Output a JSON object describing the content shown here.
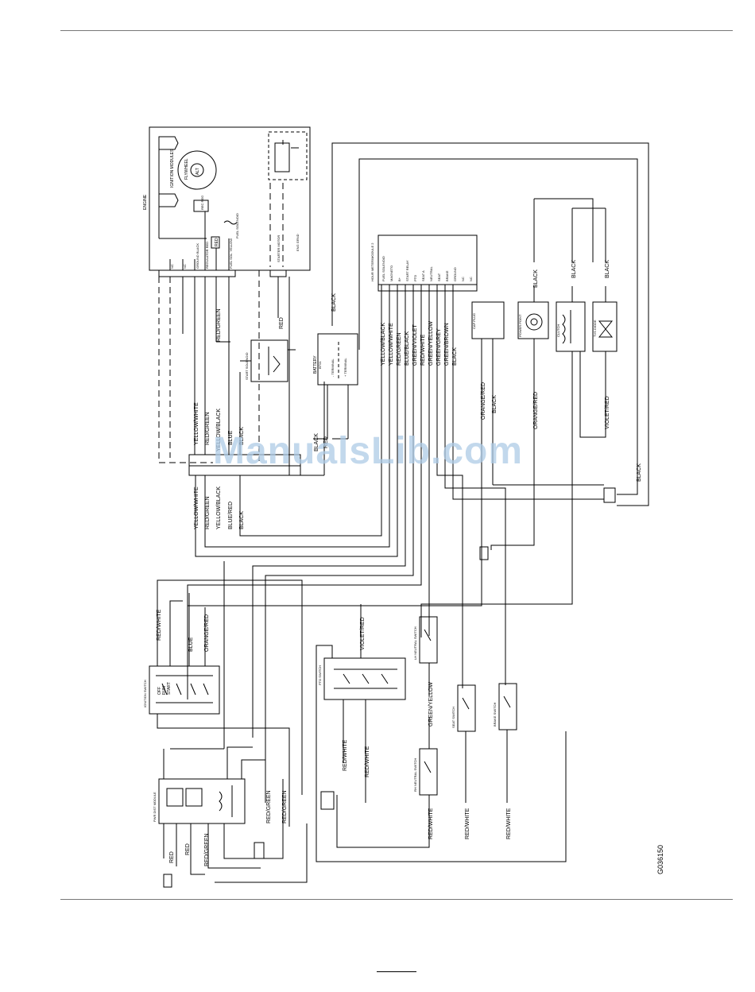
{
  "page": {
    "figure_id": "G036150",
    "watermark": "ManualsLib.com"
  },
  "engine": {
    "title": "ENGINE",
    "ignition_modules": "IGNITION MODULES",
    "flywheel": "FLYWHEEL",
    "alt": "ALT",
    "rec_reg": "REC REG",
    "fuel_solenoid": "FUEL SOLENOID",
    "red": "RED",
    "connector_pins": [
      "NC",
      "NC",
      "GROUND BLACK",
      "REGULATOR RED",
      "FUEL SOL. YELLOW"
    ],
    "starter_motor": "STARTER MOTOR",
    "eng_gnd": "ENG GRND"
  },
  "main_harness_labels": [
    "YELLOW/WHITE",
    "RED/GREEN",
    "YELLOW/BLACK",
    "BLUE",
    "BLACK",
    "RED/GREEN",
    "RED"
  ],
  "battery": {
    "title": "BATTERY",
    "id": "BT01",
    "neg": "- TERMINAL",
    "pos": "+ TERMINAL",
    "black": "BLACK",
    "red": "RED"
  },
  "start_solenoid": {
    "title": "START SOLENOID"
  },
  "hour_meter": {
    "title": "HOUR METER/MODULE 2",
    "pins": [
      "FUEL SOLENOID",
      "MAGNETO",
      "B+",
      "START RELAY",
      "PTO",
      "SEAT A",
      "NEUTRAL",
      "SEAT",
      "BRAKE",
      "GROUND",
      "NC",
      "NC"
    ],
    "wires": [
      "YELLOW/BLACK",
      "YELLOW/WHITE",
      "RED/GREEN",
      "BLUE/BLACK",
      "GREEN/VIOLET",
      "RED/WHITE",
      "GREEN/YELLOW",
      "GREEN/GREY",
      "GREEN/BROWN",
      "BLACK"
    ]
  },
  "cap_plug": {
    "title": "CAP PLUG"
  },
  "power_point": {
    "title": "POWER POINT"
  },
  "clutch": {
    "title": "CLUTCH"
  },
  "tvs_diode": {
    "title": "TVS DIODE"
  },
  "right_wires": [
    "BLACK",
    "BLACK",
    "BLACK",
    "ORANGE/RED",
    "BLACK",
    "ORANGE/RED",
    "VIOLET/RED",
    "BLACK"
  ],
  "lower_labels": {
    "yellow_white": "YELLOW/WHITE",
    "red_green": "RED/GREEN",
    "yellow_black": "YELLOW/BLACK",
    "blue_red": "BLUE/RED",
    "black": "BLACK"
  },
  "ignition_switch": {
    "title": "IGNITION SWITCH",
    "states": [
      "OFF",
      "RUN",
      "START"
    ],
    "wires": [
      "RED/WHITE",
      "BLUE",
      "ORANGE/RED"
    ]
  },
  "pto_switch": {
    "title": "PTO SWITCH",
    "wires": [
      "VIOLET/RED",
      "RED/WHITE",
      "RED/WHITE"
    ]
  },
  "seat_switch": {
    "title": "LH NEUTRAL SWITCH",
    "wire": "GREEN/YELLOW"
  },
  "rh_neutral": {
    "title": "RH NEUTRAL SWITCH",
    "wire": "RED/WHITE"
  },
  "seat_sw": {
    "title": "SEAT SWITCH",
    "wire": "RED/WHITE"
  },
  "brake_sw": {
    "title": "BRAKE SWITCH",
    "wire": "RED/WHITE"
  },
  "pwr_module": {
    "title": "PWR DIST MODULE",
    "wires": [
      "RED",
      "RED",
      "RED/GREEN",
      "RED/GREEN",
      "RED/GREEN"
    ]
  }
}
